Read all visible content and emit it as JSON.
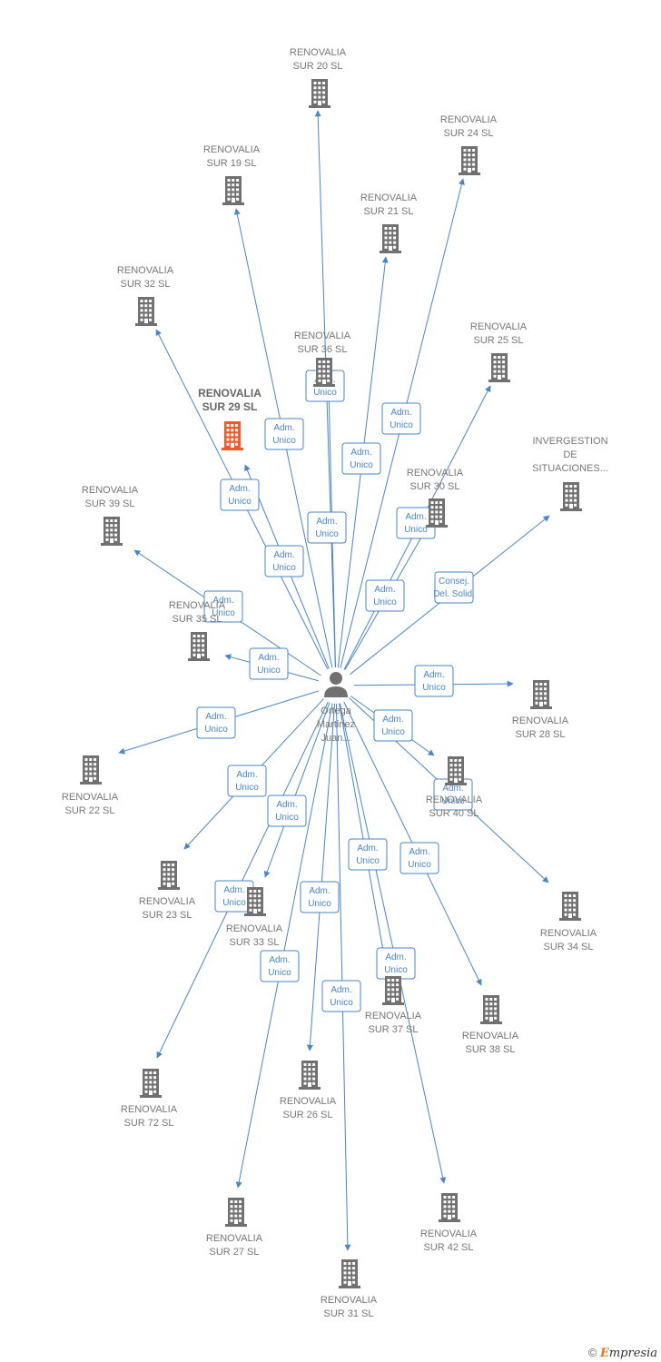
{
  "colors": {
    "edge": "#4a86c8",
    "building": "#707070",
    "highlight": "#ef5a2a",
    "person": "#707070"
  },
  "center": {
    "name": "center-person",
    "lines": [
      "Ortega",
      "Martinez",
      "Juan..."
    ]
  },
  "nodes": [
    {
      "id": "sur20",
      "lines": [
        "RENOVALIA",
        "SUR 20  SL"
      ]
    },
    {
      "id": "sur24",
      "lines": [
        "RENOVALIA",
        "SUR 24  SL"
      ]
    },
    {
      "id": "sur19",
      "lines": [
        "RENOVALIA",
        "SUR 19  SL"
      ]
    },
    {
      "id": "sur21",
      "lines": [
        "RENOVALIA",
        "SUR 21  SL"
      ]
    },
    {
      "id": "sur32",
      "lines": [
        "RENOVALIA",
        "SUR 32  SL"
      ]
    },
    {
      "id": "sur36",
      "lines": [
        "RENOVALIA",
        "SUR 36  SL"
      ]
    },
    {
      "id": "sur25",
      "lines": [
        "RENOVALIA",
        "SUR 25  SL"
      ]
    },
    {
      "id": "sur29",
      "lines": [
        "RENOVALIA",
        "SUR 29  SL"
      ],
      "highlight": true
    },
    {
      "id": "invergestion",
      "lines": [
        "INVERGESTION",
        "DE",
        "SITUACIONES..."
      ]
    },
    {
      "id": "sur30",
      "lines": [
        "RENOVALIA",
        "SUR 30  SL"
      ]
    },
    {
      "id": "sur39",
      "lines": [
        "RENOVALIA",
        "SUR 39  SL"
      ]
    },
    {
      "id": "sur35",
      "lines": [
        "RENOVALIA",
        "SUR 35  SL"
      ]
    },
    {
      "id": "sur28",
      "lines": [
        "RENOVALIA",
        "SUR 28  SL"
      ]
    },
    {
      "id": "sur22",
      "lines": [
        "RENOVALIA",
        "SUR 22  SL"
      ]
    },
    {
      "id": "sur40",
      "lines": [
        "RENOVALIA",
        "SUR 40  SL"
      ]
    },
    {
      "id": "sur23",
      "lines": [
        "RENOVALIA",
        "SUR 23  SL"
      ]
    },
    {
      "id": "sur33",
      "lines": [
        "RENOVALIA",
        "SUR 33  SL"
      ]
    },
    {
      "id": "sur34",
      "lines": [
        "RENOVALIA",
        "SUR 34  SL"
      ]
    },
    {
      "id": "sur37",
      "lines": [
        "RENOVALIA",
        "SUR 37  SL"
      ]
    },
    {
      "id": "sur38",
      "lines": [
        "RENOVALIA",
        "SUR 38  SL"
      ]
    },
    {
      "id": "sur72",
      "lines": [
        "RENOVALIA",
        "SUR 72  SL"
      ]
    },
    {
      "id": "sur26",
      "lines": [
        "RENOVALIA",
        "SUR 26  SL"
      ]
    },
    {
      "id": "sur27",
      "lines": [
        "RENOVALIA",
        "SUR 27  SL"
      ]
    },
    {
      "id": "sur42",
      "lines": [
        "RENOVALIA",
        "SUR 42  SL"
      ]
    },
    {
      "id": "sur31",
      "lines": [
        "RENOVALIA",
        "SUR 31  SL"
      ]
    }
  ],
  "edges": [
    {
      "to": "sur20",
      "label": [
        "Adm.",
        "Unico"
      ]
    },
    {
      "to": "sur24",
      "label": [
        "Adm.",
        "Unico"
      ]
    },
    {
      "to": "sur19",
      "label": [
        "Adm.",
        "Unico"
      ]
    },
    {
      "to": "sur21",
      "label": [
        "Adm.",
        "Unico"
      ]
    },
    {
      "to": "sur32",
      "label": [
        "Adm.",
        "Unico"
      ]
    },
    {
      "to": "sur36",
      "label": [
        "Adm.",
        "Unico"
      ]
    },
    {
      "to": "sur25",
      "label": [
        "Adm.",
        "Unico"
      ]
    },
    {
      "to": "sur29",
      "label": [
        "Adm.",
        "Unico"
      ]
    },
    {
      "to": "invergestion",
      "label": [
        "Consej.",
        "Del. Solid."
      ]
    },
    {
      "to": "sur30",
      "label": [
        "Adm.",
        "Unico"
      ]
    },
    {
      "to": "sur39",
      "label": [
        "Adm.",
        "Unico"
      ]
    },
    {
      "to": "sur35",
      "label": [
        "Adm.",
        "Unico"
      ]
    },
    {
      "to": "sur28",
      "label": [
        "Adm.",
        "Unico"
      ]
    },
    {
      "to": "sur22",
      "label": [
        "Adm.",
        "Unico"
      ]
    },
    {
      "to": "sur40",
      "label": [
        "Adm.",
        "Unico"
      ]
    },
    {
      "to": "sur23",
      "label": [
        "Adm.",
        "Unico"
      ]
    },
    {
      "to": "sur33",
      "label": [
        "Adm.",
        "Unico"
      ]
    },
    {
      "to": "sur34",
      "label": [
        "Adm.",
        "Unico"
      ]
    },
    {
      "to": "sur37",
      "label": [
        "Adm.",
        "Unico"
      ]
    },
    {
      "to": "sur38",
      "label": [
        "Adm.",
        "Unico"
      ]
    },
    {
      "to": "sur72",
      "label": [
        "Adm.",
        "Unico"
      ]
    },
    {
      "to": "sur26",
      "label": [
        "Adm.",
        "Unico"
      ]
    },
    {
      "to": "sur27",
      "label": [
        "Adm.",
        "Unico"
      ]
    },
    {
      "to": "sur42",
      "label": [
        "Adm.",
        "Unico"
      ]
    },
    {
      "to": "sur31",
      "label": [
        "Adm.",
        "Unico"
      ]
    }
  ],
  "footer": {
    "copyright": "©",
    "brand_initial": "E",
    "brand_rest": "mpresia"
  }
}
